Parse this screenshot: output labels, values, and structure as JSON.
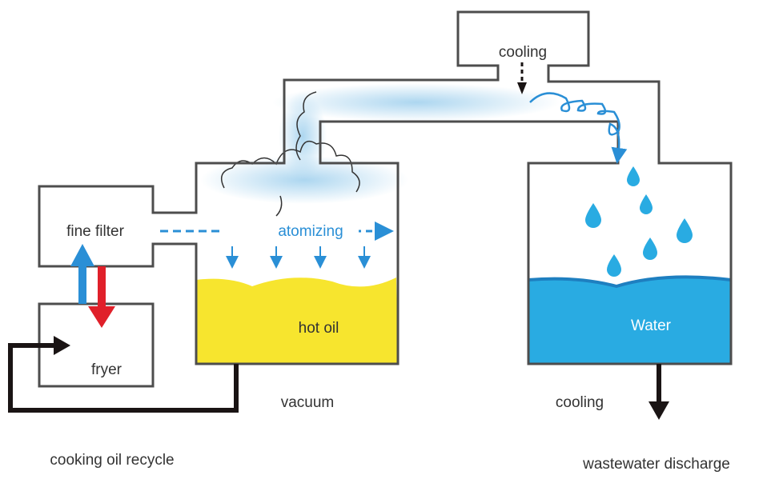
{
  "labels": {
    "cooling_top": "cooling",
    "fine_filter": "fine filter",
    "atomizing": "atomizing",
    "hot_oil": "hot oil",
    "fryer": "fryer",
    "vacuum": "vacuum",
    "water": "Water",
    "cooling_bottom": "cooling",
    "cooking_oil_recycle": "cooking oil recycle",
    "wastewater_discharge": "wastewater discharge"
  },
  "colors": {
    "outline": "#4d4d4d",
    "oil": "#f7e52e",
    "water": "#29abe2",
    "vapor": "#a8d4ef",
    "flow_blue": "#2a8fd6",
    "flow_red": "#e0202a",
    "recycle_black": "#1a1414"
  }
}
